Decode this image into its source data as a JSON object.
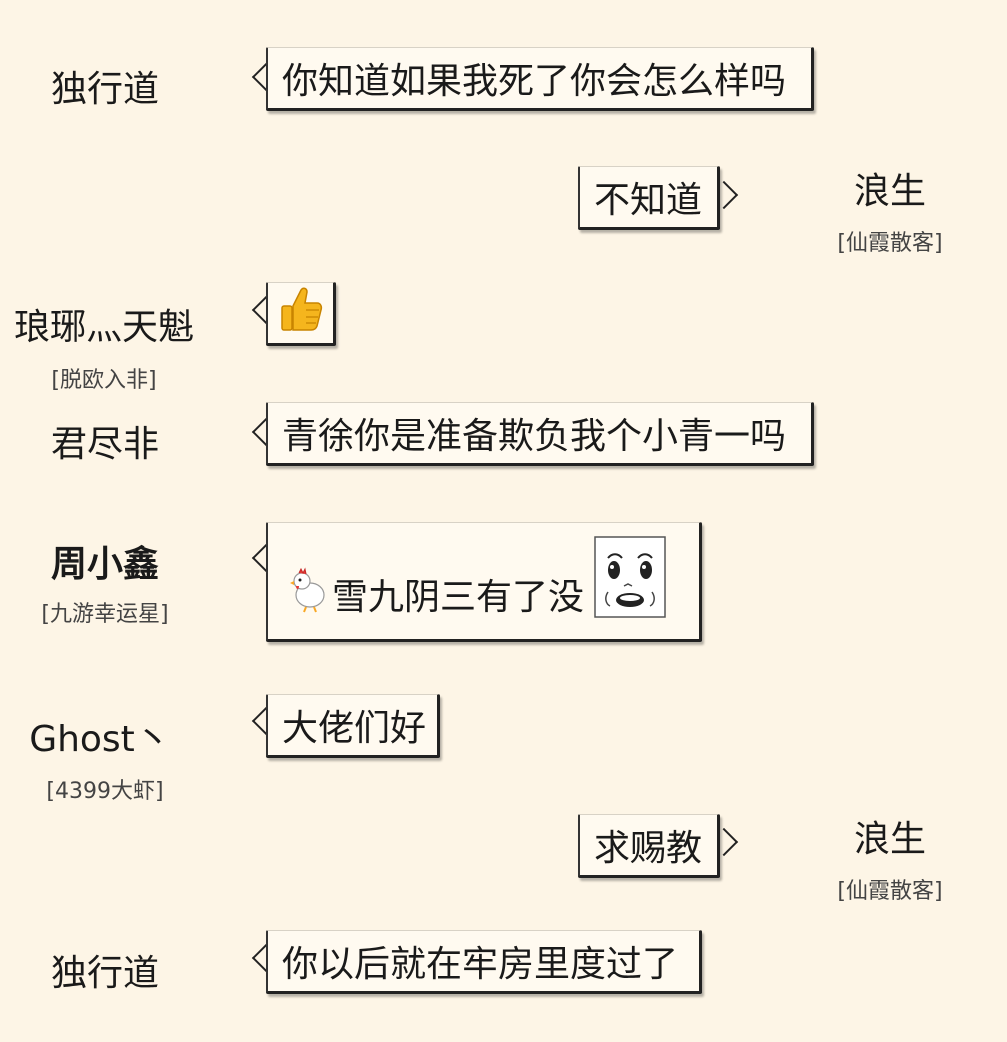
{
  "messages": [
    {
      "name": "独行道",
      "title": "",
      "text": "你知道如果我死了你会怎么样吗"
    },
    {
      "name": "浪生",
      "title": "[仙霞散客]",
      "text": "不知道"
    },
    {
      "name": "琅琊灬天魁",
      "title": "[脱欧入非]",
      "text": "",
      "icon": "thumbs-up-icon"
    },
    {
      "name": "君尽非",
      "title": "",
      "text": "青徐你是准备欺负我个小青一吗"
    },
    {
      "name": "周小鑫",
      "title": "[九游幸运星]",
      "text": "雪九阴三有了没",
      "icons": [
        "chicken-icon",
        "surprised-face-sticker-icon"
      ]
    },
    {
      "name": "Ghost丶",
      "title": "[4399大虾]",
      "text": "大佬们好"
    },
    {
      "name": "浪生",
      "title": "[仙霞散客]",
      "text": "求赐教"
    },
    {
      "name": "独行道",
      "title": "",
      "text": "你以后就在牢房里度过了"
    }
  ]
}
